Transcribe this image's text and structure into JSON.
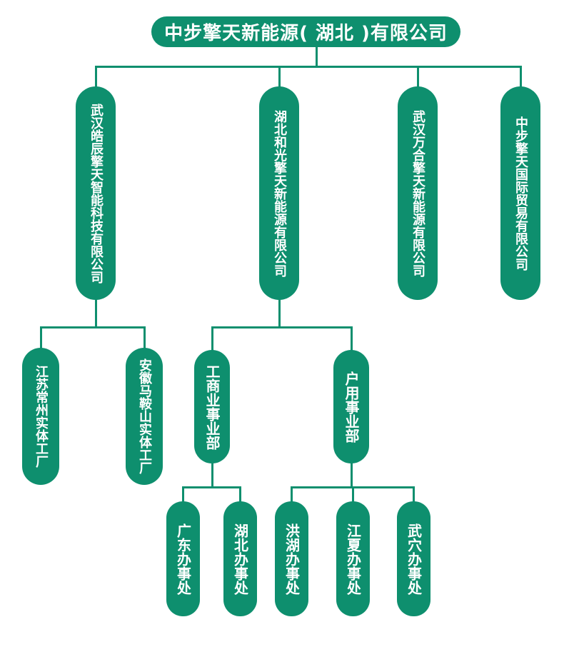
{
  "colors": {
    "primary": "#0e8f6e",
    "text": "#ffffff",
    "background": "#ffffff"
  },
  "org": {
    "root": "中步擎天新能源( 湖北 )有限公司",
    "subsidiaries": [
      {
        "name": "武汉皓辰擎天智能科技有限公司",
        "factories": [
          "江苏常州实体工厂",
          "安徽马鞍山实体工厂"
        ]
      },
      {
        "name": "湖北和光擎天新能源有限公司",
        "divisions": [
          {
            "name": "工商业事业部",
            "offices": [
              "广东办事处",
              "湖北办事处"
            ]
          },
          {
            "name": "户用事业部",
            "offices": [
              "洪湖办事处",
              "江夏办事处",
              "武穴办事处"
            ]
          }
        ]
      },
      {
        "name": "武汉万合擎天新能源有限公司"
      },
      {
        "name": "中步擎天国际贸易有限公司"
      }
    ]
  }
}
